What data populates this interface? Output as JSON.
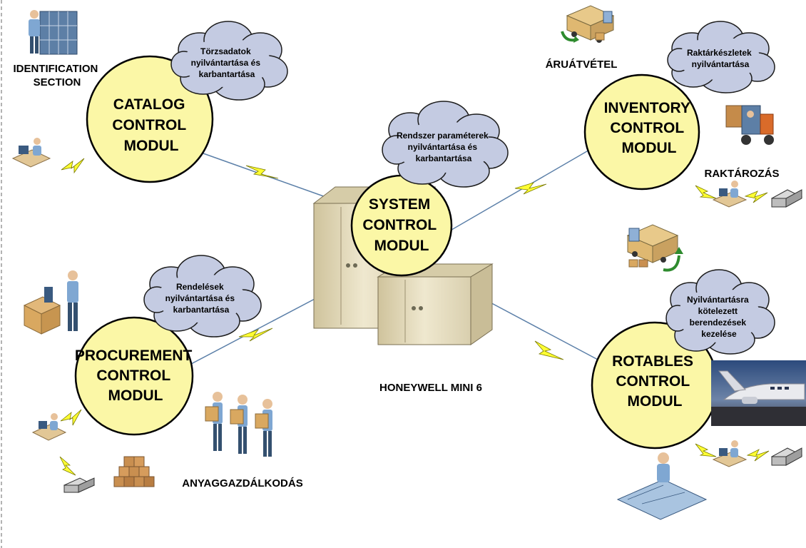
{
  "modules": {
    "catalog": [
      "CATALOG",
      "CONTROL",
      "MODUL"
    ],
    "inventory": [
      "INVENTORY",
      "CONTROL",
      "MODUL"
    ],
    "system": [
      "SYSTEM",
      "CONTROL",
      "MODUL"
    ],
    "procurement": [
      "PROCUREMENT",
      "CONTROL",
      "MODUL"
    ],
    "rotables": [
      "ROTABLES",
      "CONTROL",
      "MODUL"
    ]
  },
  "clouds": {
    "catalog": [
      "Törzsadatok",
      "nyilvántartása és",
      "karbantartása"
    ],
    "inventory": [
      "Raktárkészletek",
      "nyilvántartása"
    ],
    "system": [
      "Rendszer paraméterek",
      "nyilvántartása és",
      "karbantartása"
    ],
    "procurement": [
      "Rendelések",
      "nyilvántartása és",
      "karbantartása"
    ],
    "rotables": [
      "Nyilvántartásra",
      "kötelezett",
      "berendezések",
      "kezelése"
    ]
  },
  "labels": {
    "identification": [
      "IDENTIFICATION",
      "SECTION"
    ],
    "aruatvetel": "ÁRUÁTVÉTEL",
    "raktarozas": "RAKTÁROZÁS",
    "server": "HONEYWELL MINI 6",
    "anyaggazdalkodas": "ANYAGGAZDÁLKODÁS"
  },
  "colors": {
    "module_fill": "#fbf7a6",
    "cloud_fill": "#c4cbe2",
    "lightning": "#ffff33",
    "server_body": "#e6ddbf"
  },
  "icons": {
    "identification": "person-at-file-cabinet-icon",
    "truck_unload": "delivery-truck-icon",
    "forklift": "forklift-icon",
    "truck_load": "delivery-truck-icon",
    "airplane": "airplane-photo",
    "boxes": "stacked-boxes-icon",
    "workers": "workers-with-boxes-icon",
    "receiving": "person-at-open-box-icon",
    "planner": "person-at-drafting-table-icon",
    "workstation": "person-at-computer-icon",
    "printer": "printer-icon",
    "server": "mainframe-server-icon"
  }
}
